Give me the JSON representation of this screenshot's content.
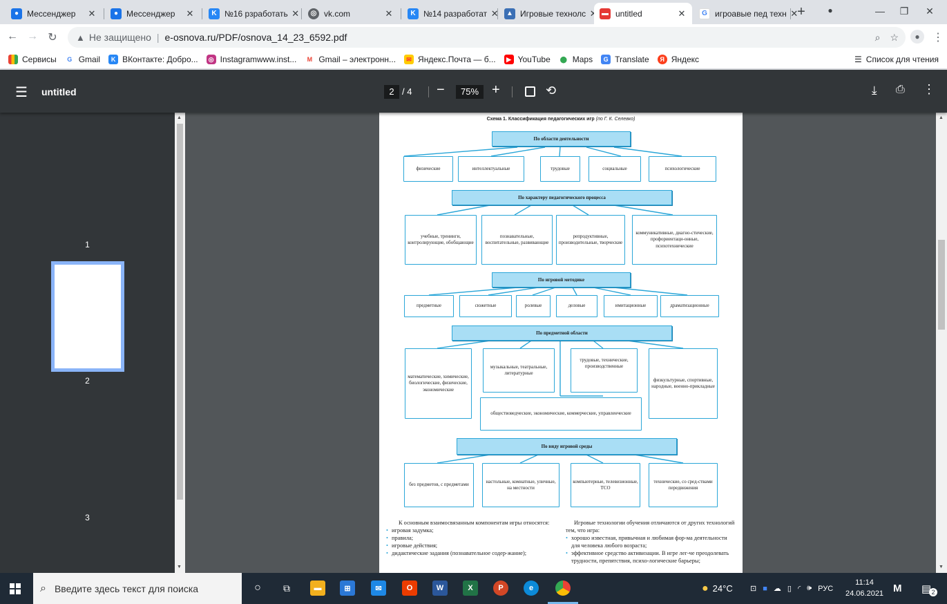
{
  "browser": {
    "tabs": [
      {
        "label": "Мессенджер",
        "icon": "messenger-icon",
        "color": "#1a73e8"
      },
      {
        "label": "Мессенджер",
        "icon": "messenger-icon",
        "color": "#1a73e8"
      },
      {
        "label": "№16 рзработать",
        "icon": "vk-icon",
        "color": "#2787f5"
      },
      {
        "label": "vk.com",
        "icon": "globe-icon",
        "color": "#5f6368"
      },
      {
        "label": "№14 разработат",
        "icon": "vk-icon",
        "color": "#2787f5"
      },
      {
        "label": "Игровые технолс",
        "icon": "site-icon",
        "color": "#3b6fb5"
      },
      {
        "label": "untitled",
        "icon": "pdf-icon",
        "color": "#e53935"
      },
      {
        "label": "игроавые пед техн",
        "icon": "google-icon",
        "color": "#4285f4"
      }
    ],
    "security_label": "Не защищено",
    "url": "e-osnova.ru/PDF/osnova_14_23_6592.pdf",
    "bookmarks": [
      {
        "label": "Сервисы",
        "icon": "apps-icon",
        "color": "#ea4335"
      },
      {
        "label": "Gmail",
        "icon": "google-icon",
        "color": "#4285f4"
      },
      {
        "label": "ВКонтакте: Добро...",
        "icon": "vk-icon",
        "color": "#2787f5"
      },
      {
        "label": "Instagramwww.inst...",
        "icon": "instagram-icon",
        "color": "#c13584"
      },
      {
        "label": "Gmail – электронн...",
        "icon": "gmail-icon",
        "color": "#ea4335"
      },
      {
        "label": "Яндекс.Почта — б...",
        "icon": "yandex-mail-icon",
        "color": "#ff3333"
      },
      {
        "label": "YouTube",
        "icon": "youtube-icon",
        "color": "#ff0000"
      },
      {
        "label": "Maps",
        "icon": "maps-icon",
        "color": "#34a853"
      },
      {
        "label": "Translate",
        "icon": "translate-icon",
        "color": "#4285f4"
      },
      {
        "label": "Яндекс",
        "icon": "yandex-icon",
        "color": "#fc3f1d"
      }
    ],
    "reading_list": "Список для чтения"
  },
  "pdf": {
    "title": "untitled",
    "current_page": "2",
    "total_pages": "/ 4",
    "zoom": "75%",
    "thumb_labels": [
      "1",
      "2",
      "3"
    ]
  },
  "scheme": {
    "title": "Схема 1. Классификация педагогических игр",
    "title_note": "(по Г. К. Селевко)",
    "sections": [
      {
        "header": "По области деятельности",
        "items": [
          "физические",
          "интеллектуальные",
          "трудовые",
          "социальные",
          "психологические"
        ]
      },
      {
        "header": "По характеру педагогического процесса",
        "items": [
          "учебные, тренинги, контролирующие, обобщающие",
          "познавательные, воспитательные, развивающие",
          "репродуктивные, производительные, творческие",
          "коммуникативные, диагно-стические, профориентаци-онные, психотехнические"
        ]
      },
      {
        "header": "По игровой методике",
        "items": [
          "предметные",
          "сюжетные",
          "ролевые",
          "деловые",
          "имитационные",
          "драматизационные"
        ]
      },
      {
        "header": "По предметной области",
        "items": [
          "математические, химические, биологические, физические, экономические",
          "музыкальные, театральные, литературные",
          "трудовые, технические, производственные",
          "физкультурные, спортивные, народные, военно-прикладные",
          "обществоведческие, экономические, коммерческие, управленческие"
        ]
      },
      {
        "header": "По виду игровой среды",
        "items": [
          "без предметов, с предметами",
          "настольные, комнатные, уличные, на местности",
          "компьютерные, телевизионные, ТСО",
          "технические, со сред-ствами передвижения"
        ]
      }
    ],
    "left_text": {
      "intro": "К основным взаимосвязанным компонентам игры относятся:",
      "bullets": [
        "игровая задумка;",
        "правила;",
        "игровые действия;",
        "дидактические задания (познавательное содер-жание);"
      ]
    },
    "right_text": {
      "intro": "Игровые технологии обучения отличаются от других технологий тем, что игра:",
      "bullets": [
        "хорошо известная, привычная и любимая фор-ма деятельности для человека любого возраста;",
        "эффективное средство активизации. В игре лег-че преодолевать трудности, препятствия, психо-логические барьеры;"
      ]
    }
  },
  "taskbar": {
    "search_placeholder": "Введите здесь текст для поиска",
    "weather": "24°C",
    "language": "РУС",
    "time": "11:14",
    "date": "24.06.2021",
    "notifications": "2"
  }
}
